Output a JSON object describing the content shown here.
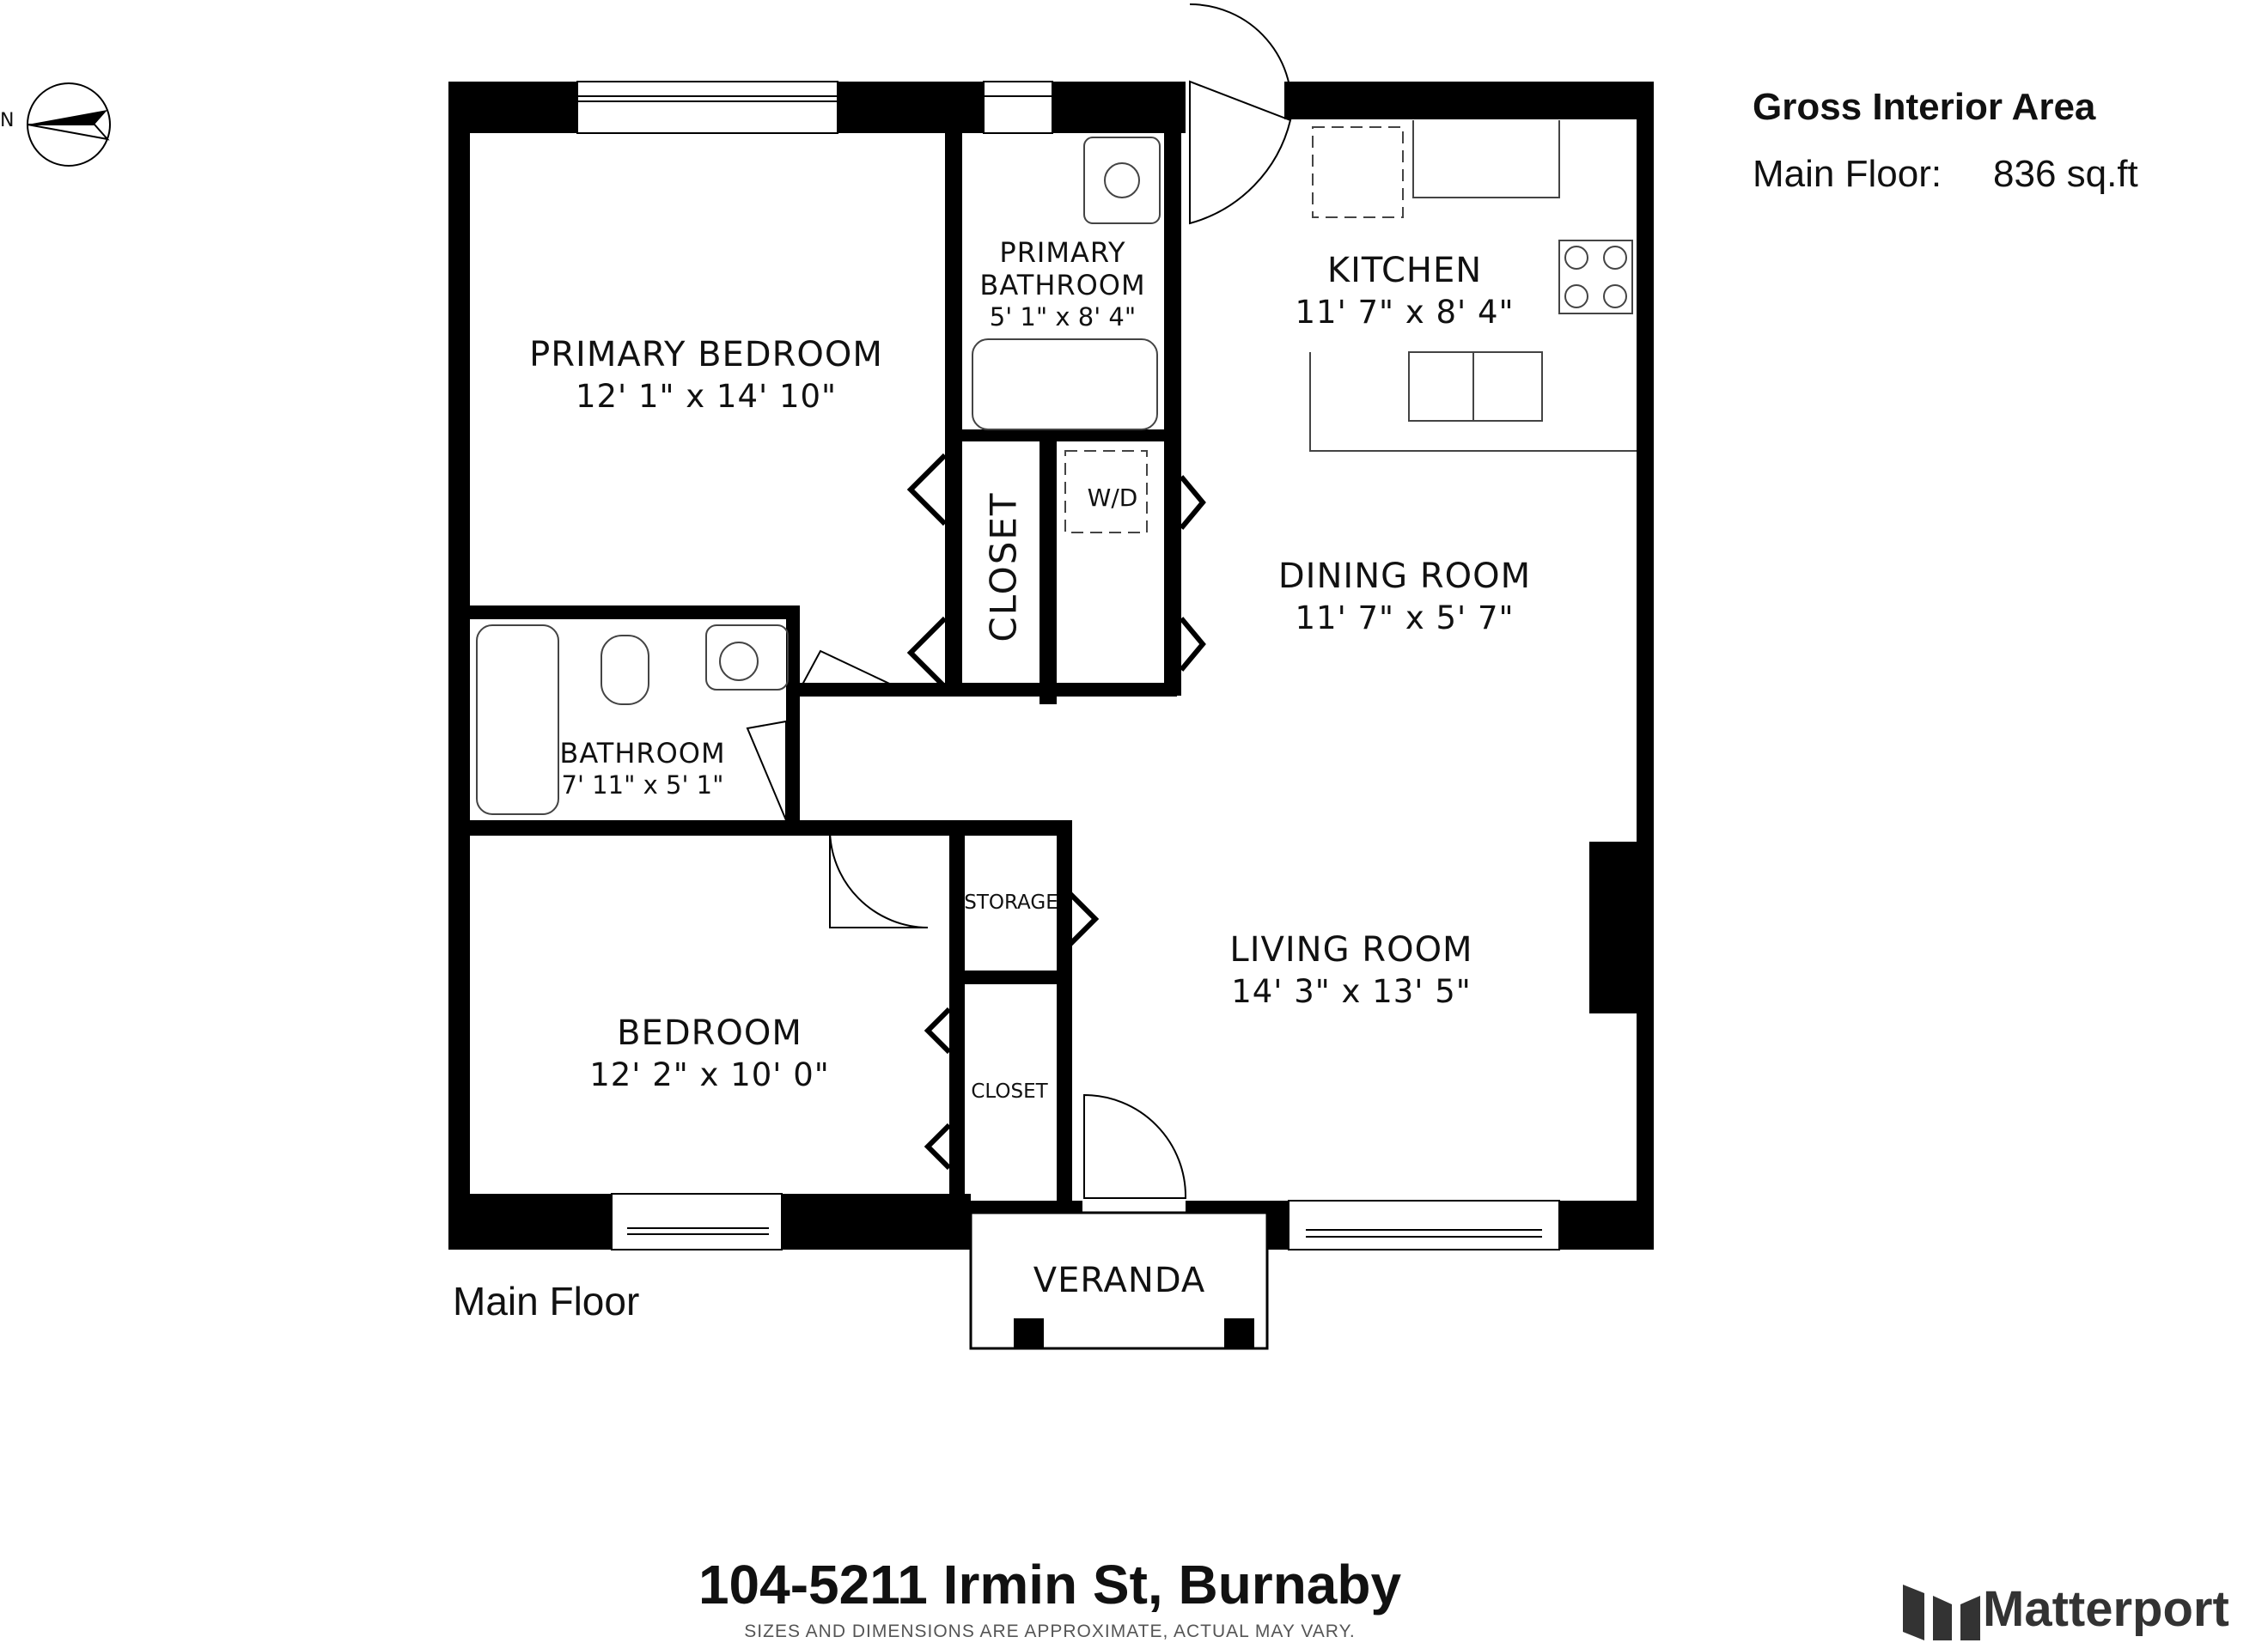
{
  "summary": {
    "title": "Gross Interior Area",
    "floor_label": "Main Floor:",
    "floor_area": "836 sq.ft"
  },
  "compass": {
    "north_letter": "N"
  },
  "floor_name": "Main Floor",
  "rooms": {
    "primary_bedroom": {
      "name": "PRIMARY BEDROOM",
      "dims": "12' 1\" x 14' 10\""
    },
    "primary_bathroom": {
      "name_line1": "PRIMARY",
      "name_line2": "BATHROOM",
      "dims": "5' 1\" x 8' 4\""
    },
    "kitchen": {
      "name": "KITCHEN",
      "dims": "11' 7\" x 8' 4\""
    },
    "dining_room": {
      "name": "DINING ROOM",
      "dims": "11' 7\" x 5' 7\""
    },
    "bathroom": {
      "name": "BATHROOM",
      "dims": "7' 11\" x 5' 1\""
    },
    "closet_main": {
      "name": "CLOSET"
    },
    "laundry": {
      "name": "W/D"
    },
    "storage": {
      "name": "STORAGE"
    },
    "closet_bedroom": {
      "name": "CLOSET"
    },
    "living_room": {
      "name": "LIVING ROOM",
      "dims": "14' 3\" x 13' 5\""
    },
    "bedroom": {
      "name": "BEDROOM",
      "dims": "12' 2\" x 10' 0\""
    },
    "veranda": {
      "name": "VERANDA"
    }
  },
  "address": "104-5211 Irmin St, Burnaby",
  "disclaimer": "SIZES AND DIMENSIONS ARE APPROXIMATE, ACTUAL MAY VARY.",
  "brand": {
    "name": "Matterport",
    "color": "#333333"
  },
  "colors": {
    "wall": "#000000",
    "background": "#ffffff",
    "fixture_line": "#444444"
  }
}
